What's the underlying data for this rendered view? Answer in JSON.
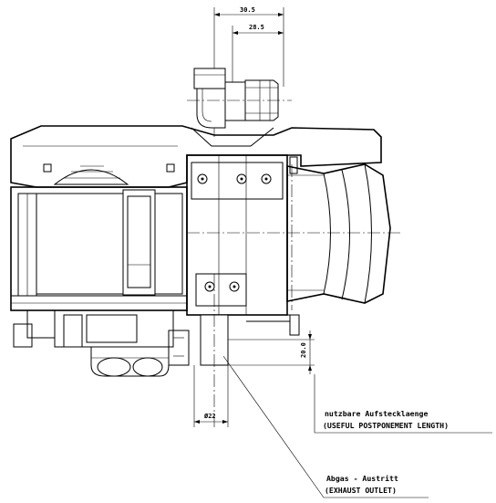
{
  "dimensions": {
    "top_outer": "30.5",
    "top_inner": "28.5",
    "side_length": "20.0",
    "diameter": "Ø22"
  },
  "labels": {
    "useful_length_de": "nutzbare Aufstecklaenge",
    "useful_length_en": "(USEFUL POSTPONEMENT LENGTH)",
    "exhaust_de": "Abgas - Austritt",
    "exhaust_en": "(EXHAUST OUTLET)"
  }
}
